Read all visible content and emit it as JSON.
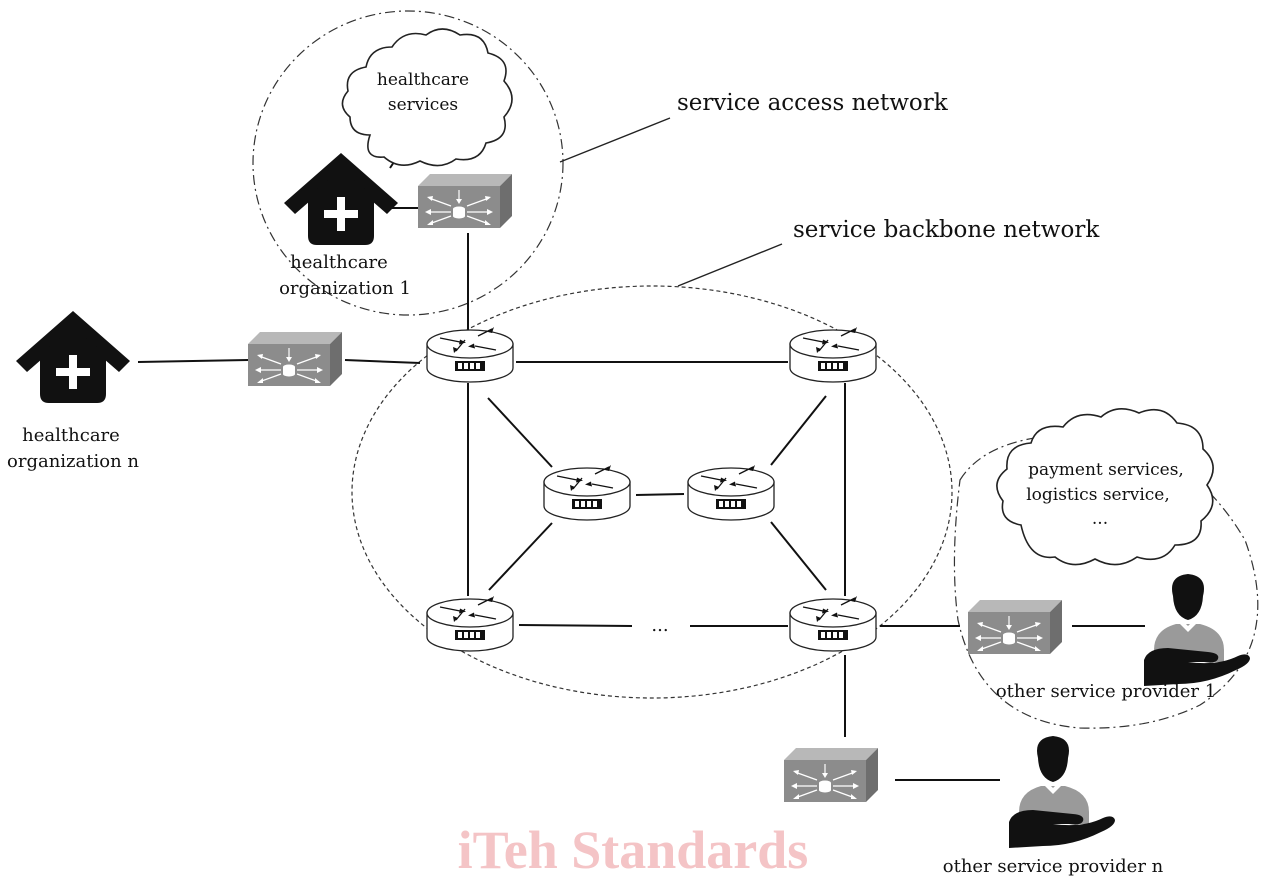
{
  "labels": {
    "healthcare_services": [
      "healthcare",
      "services"
    ],
    "service_access_network": "service access network",
    "service_backbone_network": "service backbone network",
    "healthcare_org_1": [
      "healthcare",
      "organization 1"
    ],
    "healthcare_org_n": [
      "healthcare",
      "organization n"
    ],
    "provider_services": [
      "payment services,",
      "logistics service,",
      "..."
    ],
    "other_provider_1": "other service provider 1",
    "other_provider_n": "other service provider n",
    "ellipsis": "...",
    "watermark": "iTeh Standards"
  },
  "icons": {
    "healthcare_building": "house-with-plus-icon",
    "access_switch": "grey-switch-box-icon",
    "router": "router-disc-icon",
    "service_provider": "person-on-hand-icon",
    "services_cloud": "cloud-icon"
  },
  "colors": {
    "ink": "#111111",
    "switch_grey": "#8c8c8c",
    "watermark": "#f4c4c6"
  }
}
